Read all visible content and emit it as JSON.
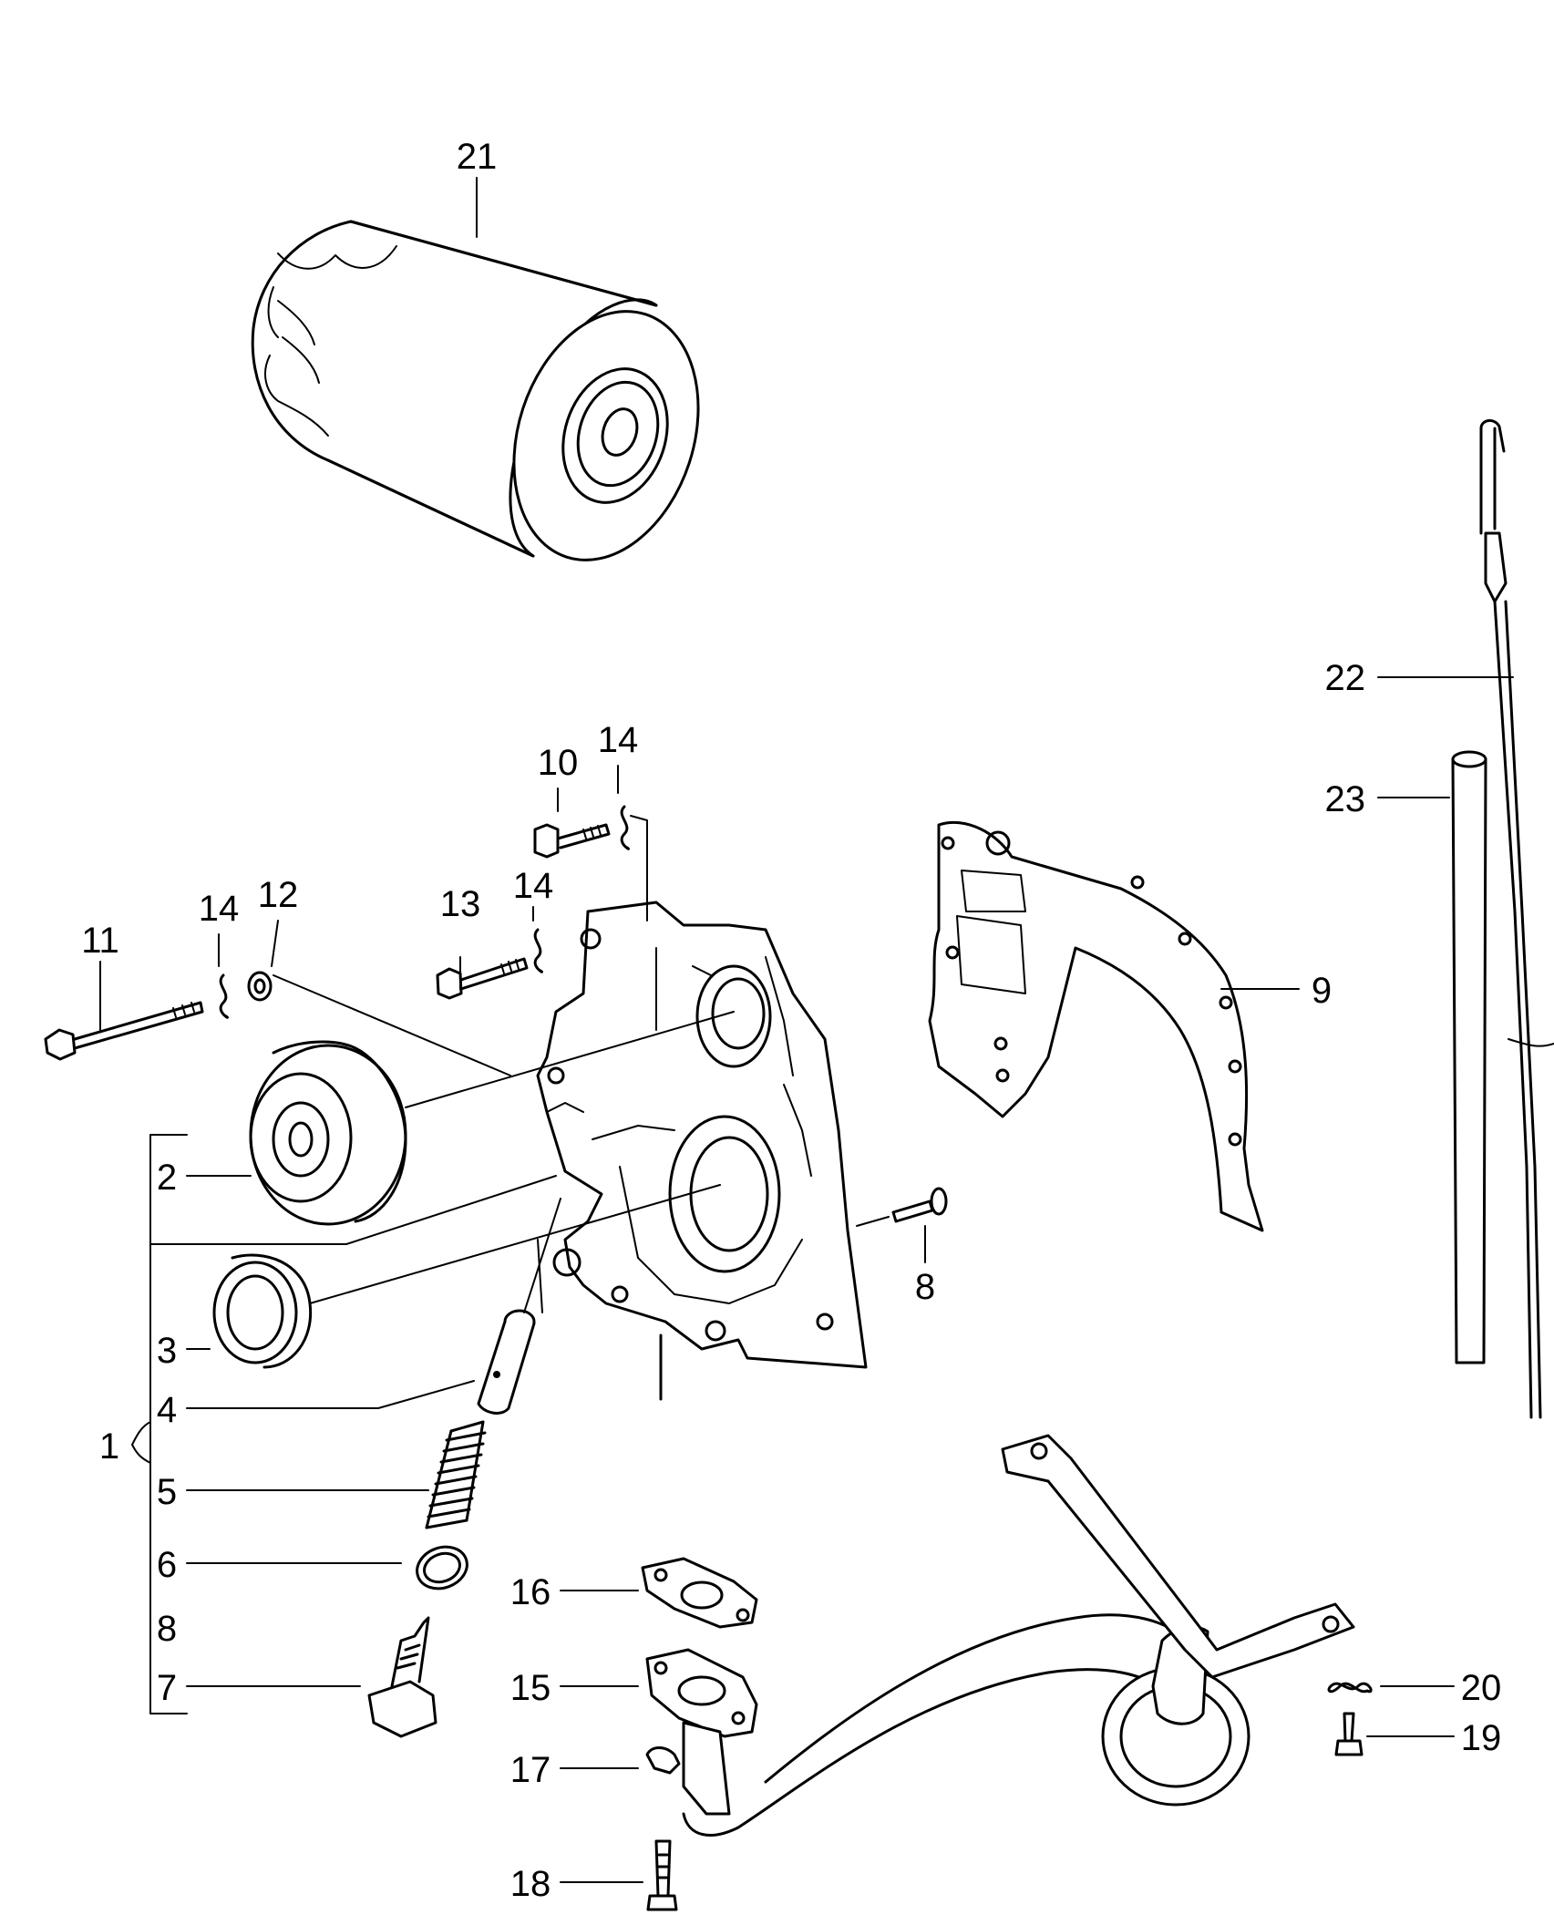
{
  "callouts": {
    "c1": "1",
    "c2": "2",
    "c3": "3",
    "c4": "4",
    "c5": "5",
    "c6": "6",
    "c7": "7",
    "c8a": "8",
    "c8b": "8",
    "c9": "9",
    "c10": "10",
    "c11": "11",
    "c12": "12",
    "c13": "13",
    "c14a": "14",
    "c14b": "14",
    "c14c": "14",
    "c15": "15",
    "c16": "16",
    "c17": "17",
    "c18": "18",
    "c19": "19",
    "c20": "20",
    "c21": "21",
    "c22": "22",
    "c23": "23"
  }
}
